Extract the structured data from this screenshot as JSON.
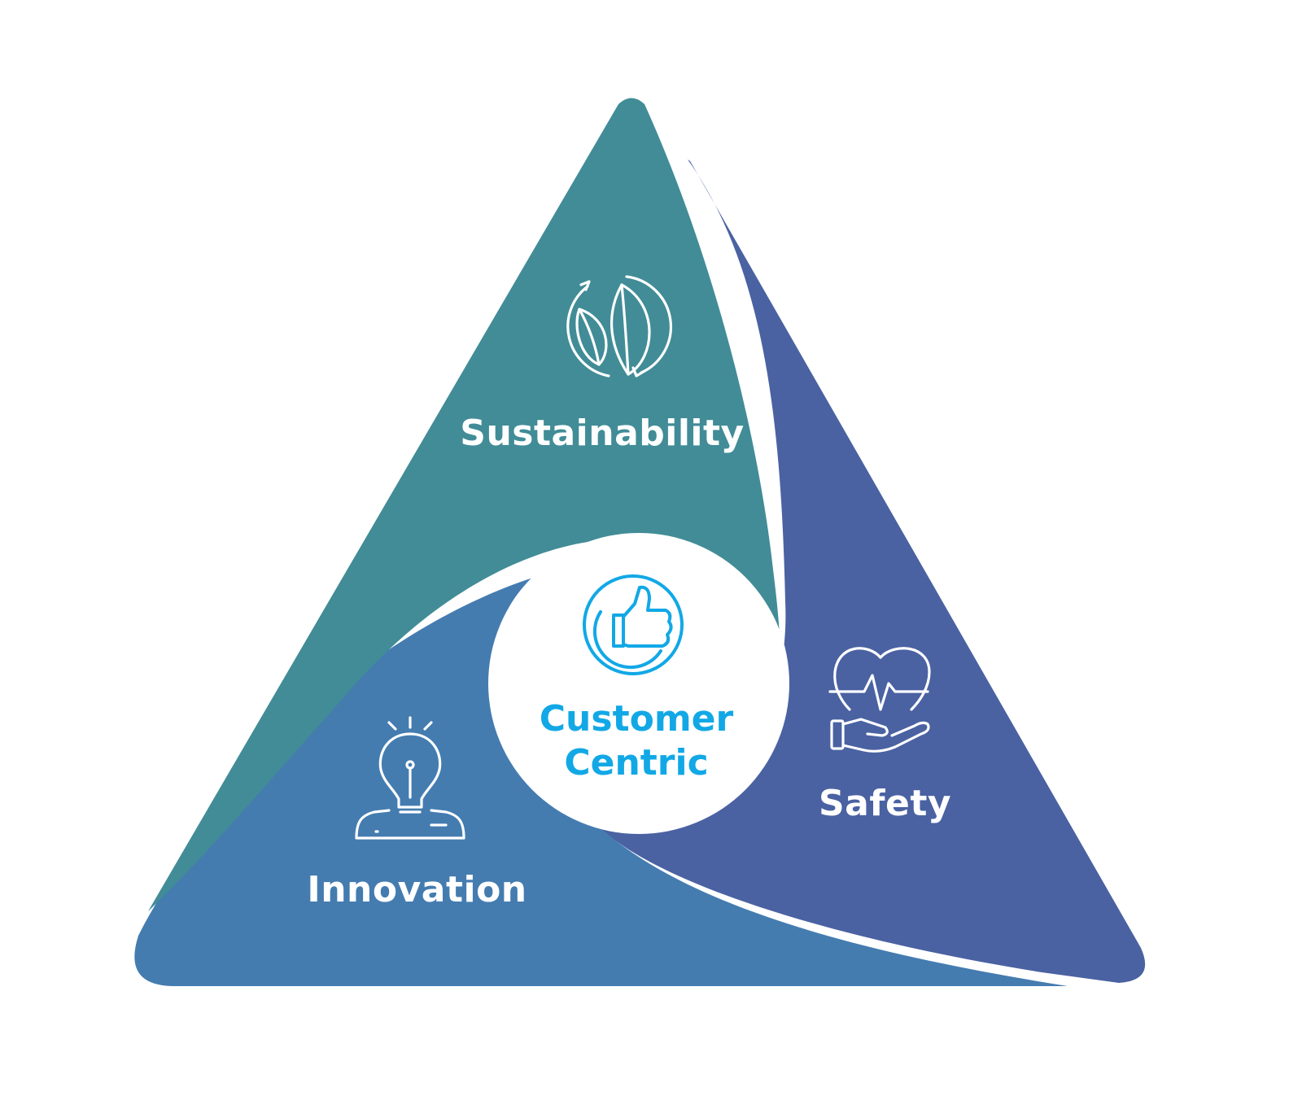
{
  "diagram": {
    "center": {
      "line1": "Customer",
      "line2": "Centric",
      "icon": "thumbs-up-icon"
    },
    "segments": [
      {
        "label": "Sustainability",
        "icon": "leaf-recycle-icon",
        "color": "#418C97"
      },
      {
        "label": "Safety",
        "icon": "heart-hand-icon",
        "color": "#4A62A2"
      },
      {
        "label": "Innovation",
        "icon": "lightbulb-person-icon",
        "color": "#447CB0"
      }
    ],
    "colors": {
      "center_text": "#12A8E6",
      "icon_stroke": "#FFFFFF",
      "background": "#FFFFFF"
    }
  }
}
